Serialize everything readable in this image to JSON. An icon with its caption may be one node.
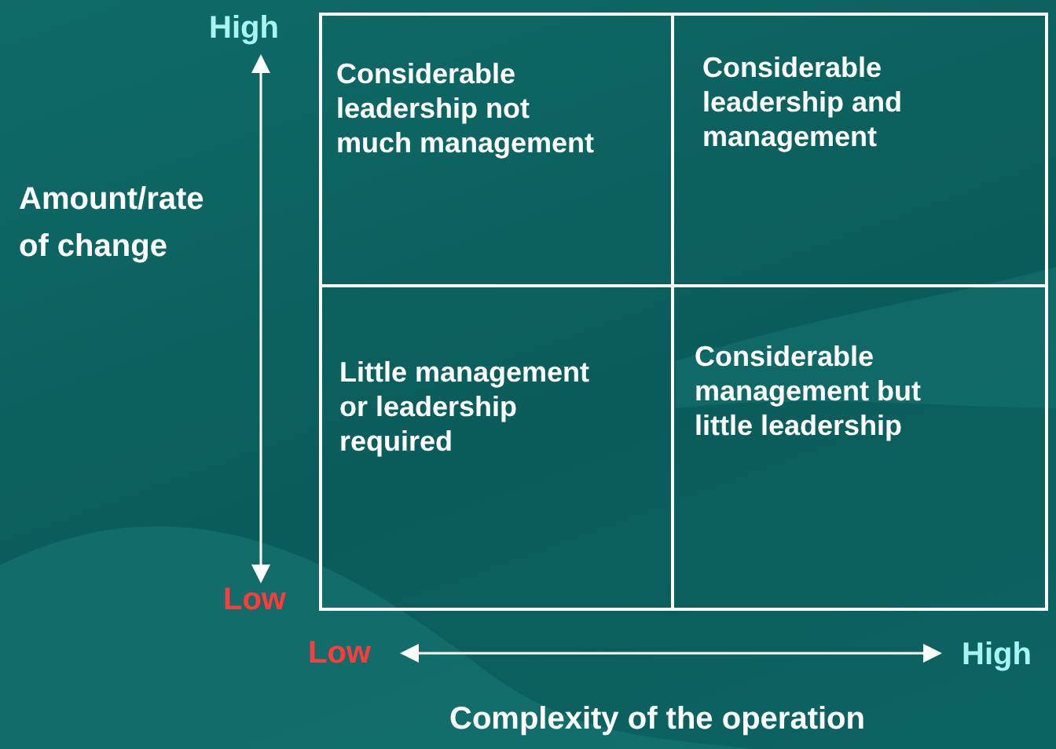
{
  "diagram": {
    "nodes": [
      {
        "text": [
          "Considerable leadership not much management"
        ]
      },
      {
        "text": [
          "Considerable leadership and management"
        ]
      },
      {
        "text": [
          "Little management or leadership required"
        ]
      },
      {
        "text": [
          "Considerable management but little leadership"
        ]
      }
    ],
    "labels": [
      "High",
      "Amount/rate of change",
      "Low",
      "Low",
      "High",
      "Complexity of the operation"
    ]
  }
}
